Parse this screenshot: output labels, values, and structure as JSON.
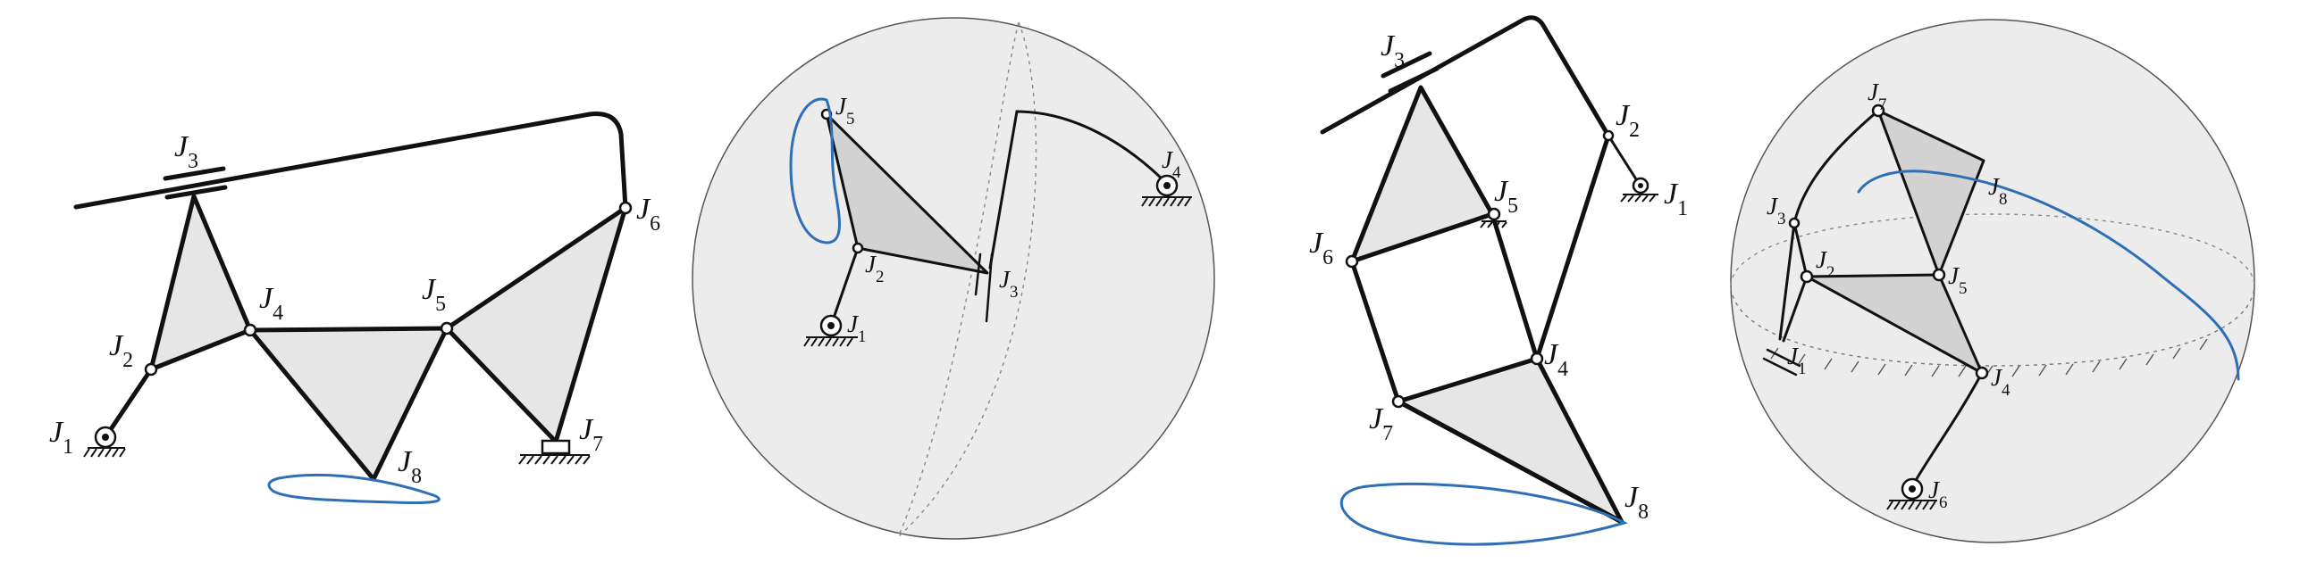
{
  "panels": [
    {
      "id": "planar-8-link",
      "labels": {
        "j1": "J1",
        "j2": "J2",
        "j3": "J3",
        "j4": "J4",
        "j5": "J5",
        "j6": "J6",
        "j7": "J7",
        "j8": "J8"
      }
    },
    {
      "id": "spherical-5-link",
      "labels": {
        "j1": "J1",
        "j2": "J2",
        "j3": "J3",
        "j4": "J4",
        "j5": "J5"
      }
    },
    {
      "id": "planar-8-link-b",
      "labels": {
        "j1": "J1",
        "j2": "J2",
        "j3": "J3",
        "j4": "J4",
        "j5": "J5",
        "j6": "J6",
        "j7": "J7",
        "j8": "J8"
      }
    },
    {
      "id": "spherical-8-link",
      "labels": {
        "j1": "J1",
        "j2": "J2",
        "j3": "J3",
        "j4": "J4",
        "j5": "J5",
        "j6": "J6",
        "j7": "J7",
        "j8": "J8"
      }
    }
  ],
  "colors": {
    "link": "#111111",
    "coupler_curve": "#2f6fb7",
    "plate": "#e6e6e6",
    "sphere": "#ececec"
  }
}
